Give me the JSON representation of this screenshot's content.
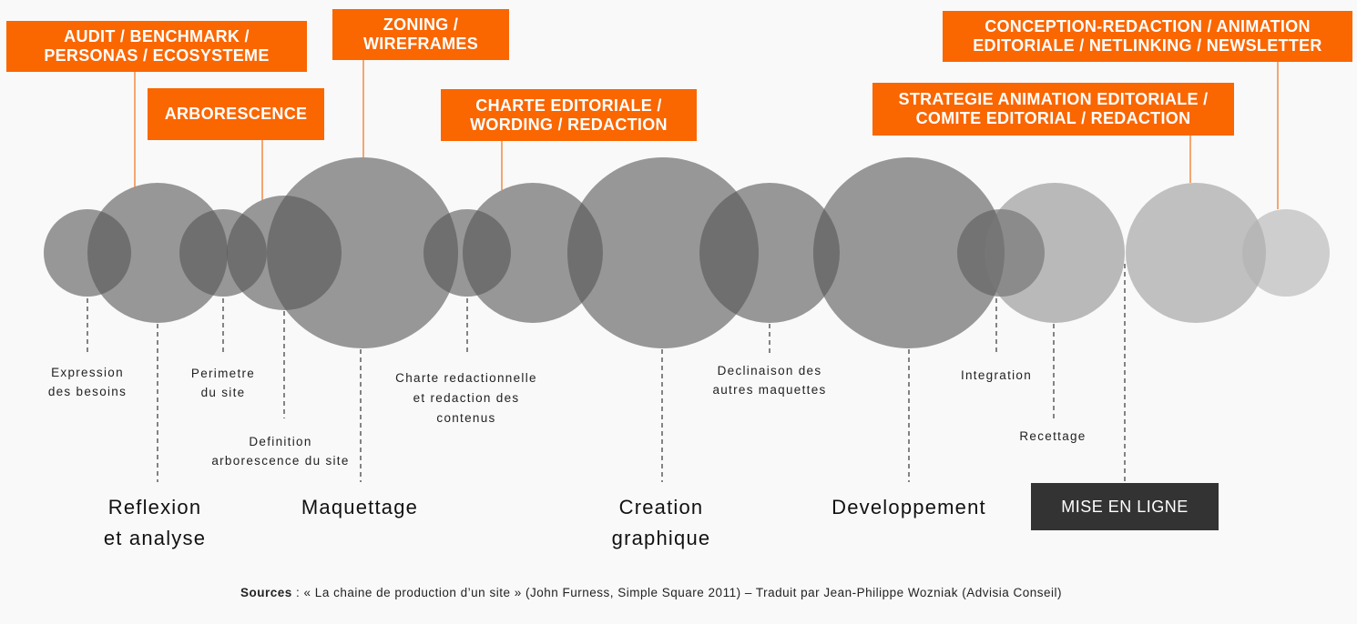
{
  "top_boxes": [
    {
      "id": "audit",
      "lines": [
        "AUDIT / BENCHMARK /",
        "PERSONAS / ECOSYSTEME"
      ]
    },
    {
      "id": "arbo",
      "lines": [
        "ARBORESCENCE"
      ]
    },
    {
      "id": "zoning",
      "lines": [
        "ZONING /",
        "WIREFRAMES"
      ]
    },
    {
      "id": "charte",
      "lines": [
        "CHARTE EDITORIALE /",
        "WORDING / REDACTION"
      ]
    },
    {
      "id": "strategie",
      "lines": [
        "STRATEGIE ANIMATION EDITORIALE /",
        "COMITE EDITORIAL / REDACTION"
      ]
    },
    {
      "id": "conception",
      "lines": [
        "CONCEPTION-REDACTION / ANIMATION",
        "EDITORIALE / NETLINKING / NEWSLETTER"
      ]
    }
  ],
  "steps": [
    {
      "id": "expression",
      "lines": [
        "Expression",
        "des besoins"
      ]
    },
    {
      "id": "perimetre",
      "lines": [
        "Perimetre",
        "du site"
      ]
    },
    {
      "id": "definition",
      "lines": [
        "Definition",
        "arborescence du site"
      ]
    },
    {
      "id": "charte-red",
      "lines": [
        "Charte redactionnelle",
        "et redaction des",
        "contenus"
      ]
    },
    {
      "id": "declinaison",
      "lines": [
        "Declinaison des",
        "autres maquettes"
      ]
    },
    {
      "id": "integration",
      "lines": [
        "Integration"
      ]
    },
    {
      "id": "recettage",
      "lines": [
        "Recettage"
      ]
    }
  ],
  "phases": [
    {
      "id": "reflexion",
      "lines": [
        "Reflexion",
        "et analyse"
      ]
    },
    {
      "id": "maquettage",
      "lines": [
        "Maquettage"
      ]
    },
    {
      "id": "creation",
      "lines": [
        "Creation",
        "graphique"
      ]
    },
    {
      "id": "developpement",
      "lines": [
        "Developpement"
      ]
    }
  ],
  "final_step": "MISE EN LIGNE",
  "sources": {
    "label": "Sources",
    "text": " : « La chaine de production d’un site » (John Furness, Simple Square 2011) – Traduit par Jean-Philippe Wozniak (Advisia Conseil)"
  },
  "colors": {
    "orange": "#fa6600",
    "dark_box": "#333333",
    "circle_dark": "#5a5a5a",
    "circle_light": "#d4d4d4"
  }
}
